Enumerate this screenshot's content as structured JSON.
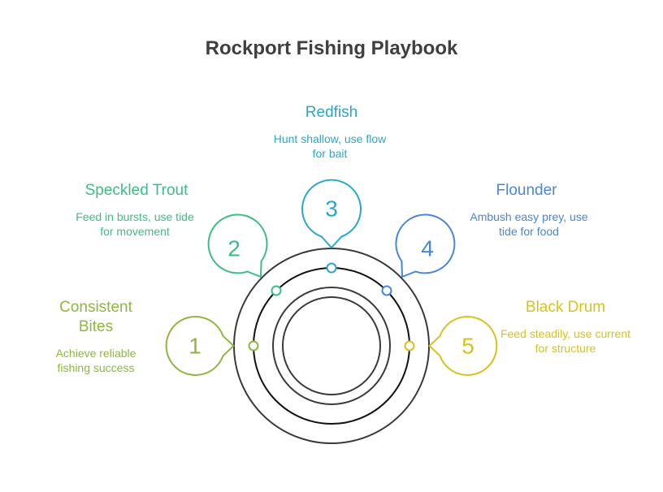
{
  "title": "Rockport Fishing Playbook",
  "colors": {
    "ring": "#3a3a3a",
    "c1": "#8db83d",
    "c2": "#3cbd84",
    "c3": "#2aa7c9",
    "c4": "#4a86d6",
    "c5": "#d8c21c"
  },
  "items": [
    {
      "number": "1",
      "title": "Consistent Bites",
      "description": "Achieve reliable fishing success"
    },
    {
      "number": "2",
      "title": "Speckled Trout",
      "description": "Feed in bursts, use tide for movement"
    },
    {
      "number": "3",
      "title": "Redfish",
      "description": "Hunt shallow, use flow for bait"
    },
    {
      "number": "4",
      "title": "Flounder",
      "description": "Ambush easy prey, use tide for food"
    },
    {
      "number": "5",
      "title": "Black Drum",
      "description": "Feed steadily, use current for structure"
    }
  ]
}
